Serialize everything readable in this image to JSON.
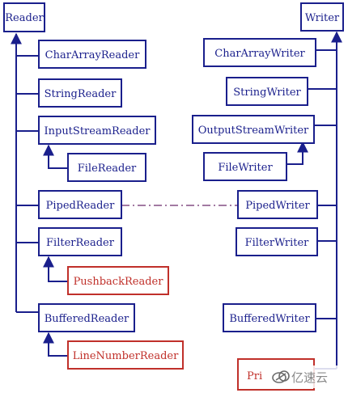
{
  "diagram": {
    "colors": {
      "blue": "#1a1f8c",
      "red": "#c0302a",
      "connector": "#6a2a6a",
      "background": "#ffffff",
      "watermark_text": "#888888"
    },
    "reader_side": {
      "root": "Reader",
      "classes": [
        "CharArrayReader",
        "StringReader",
        "InputStreamReader",
        "PipedReader",
        "FilterReader",
        "BufferedReader"
      ],
      "file_reader": "FileReader",
      "pushback_reader": "PushbackReader",
      "line_number_reader": "LineNumberReader"
    },
    "writer_side": {
      "root": "Writer",
      "classes": [
        "CharArrayWriter",
        "StringWriter",
        "OutputStreamWriter",
        "PipedWriter",
        "FilterWriter",
        "BufferedWriter"
      ],
      "file_writer": "FileWriter",
      "print_writer_partial": "Pri"
    },
    "watermark": {
      "text": "亿速云",
      "icon": "cloud-logo-icon"
    }
  }
}
